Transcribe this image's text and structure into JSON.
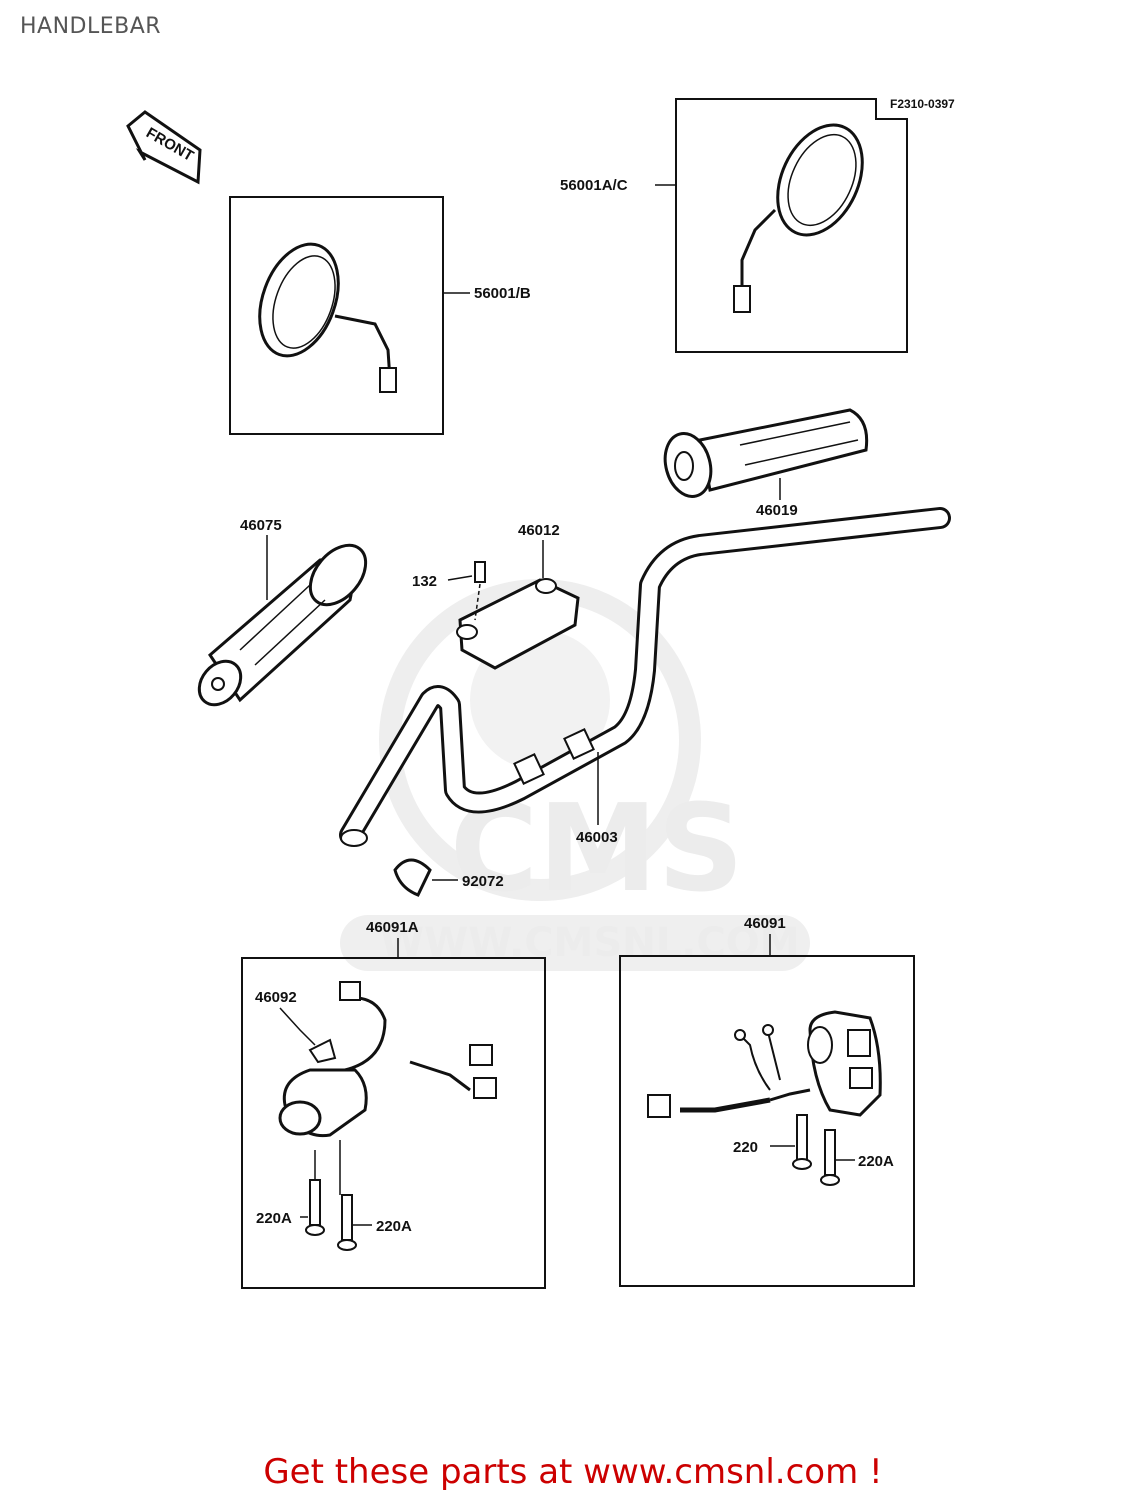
{
  "page_title": "HANDLEBAR",
  "figure_ref": "F2310-0397",
  "front_arrow_label": "FRONT",
  "watermark": {
    "logo_text": "CMS",
    "url_text": "WWW.CMSNL.COM"
  },
  "parts": {
    "mirror_left": "56001/B",
    "mirror_right": "56001A/C",
    "grip_right": "46019",
    "grip_left": "46075",
    "holder": "46012",
    "bolt": "132",
    "handlebar": "46003",
    "weight": "92072",
    "switch_left_assy": "46091A",
    "switch_left_part": "46092",
    "screw_left_a": "220A",
    "screw_left_b": "220A",
    "switch_right_assy": "46091",
    "screw_right_a": "220",
    "screw_right_b": "220A"
  },
  "footer_text": "Get these parts at www.cmsnl.com !"
}
